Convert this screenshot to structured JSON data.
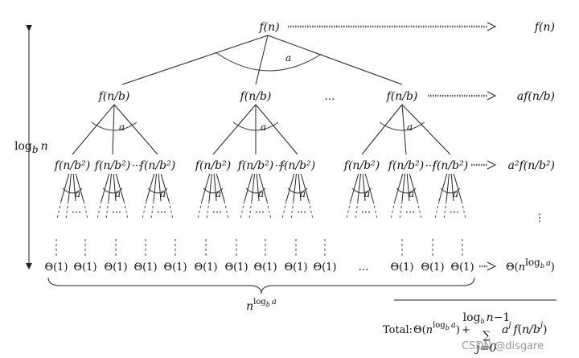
{
  "root": {
    "label": "f(n)",
    "right_label": "f(n)",
    "branch_label": "a"
  },
  "level1": {
    "node_label": "f(n/b)",
    "ellipsis": "…",
    "right_label": "af(n/b)",
    "branch_label": "a"
  },
  "level2": {
    "node_label": "f(n/b²)",
    "inline_ellipsis": "···",
    "right_label": "a²f(n/b²)",
    "branch_label": "a"
  },
  "level3": {
    "branch_label": "a",
    "mini_ellipsis": "···",
    "vertical_ellipsis": "⋮"
  },
  "leaves": {
    "label": "Θ(1)",
    "ellipsis": "…",
    "right_label": "Θ(n^logb a)"
  },
  "height_label": "logb n",
  "width_label": "n^logb a",
  "total": {
    "prefix": "Total:",
    "first_term": "Θ(n^logb a)",
    "plus": "+",
    "sum_upper": "logb n−1",
    "sum_lower": "j=0",
    "summand": "a^j f(n/b^j)"
  },
  "watermark": "CSDN @disgare"
}
